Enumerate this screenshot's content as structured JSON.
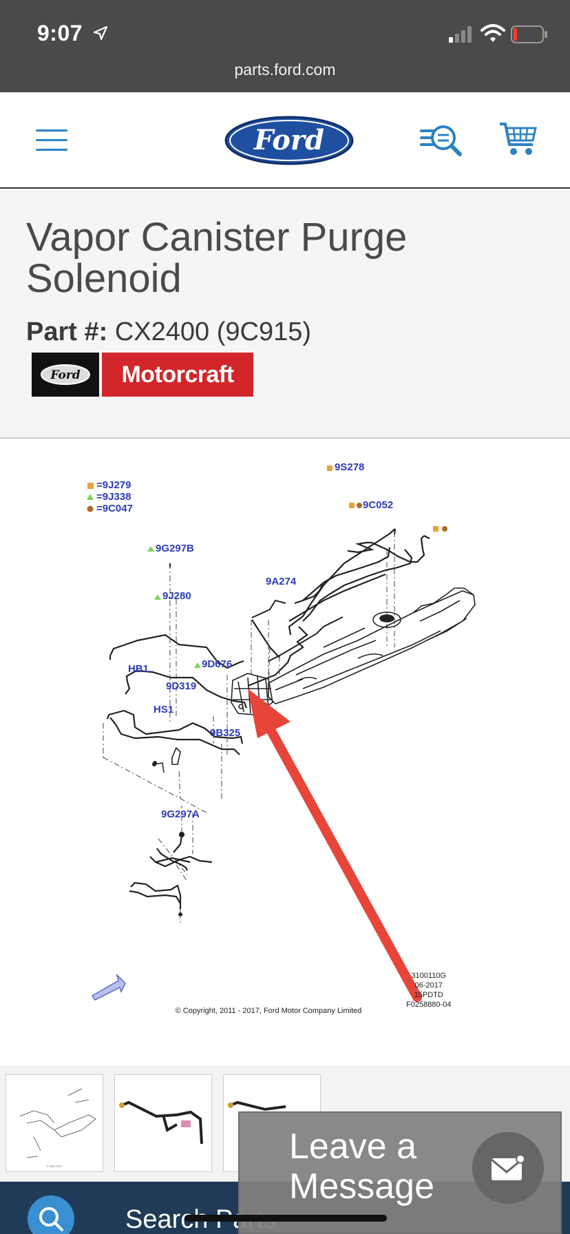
{
  "status_bar": {
    "time": "9:07"
  },
  "browser": {
    "url": "parts.ford.com"
  },
  "header": {
    "logo_text": "Ford"
  },
  "product": {
    "title": "Vapor Canister Purge Solenoid",
    "part_label": "Part #:",
    "part_number": "CX2400 (9C915)",
    "brand_primary": "Ford",
    "brand_secondary": "Motorcraft"
  },
  "diagram": {
    "legend": [
      {
        "symbol": "square",
        "color": "#e8a33a",
        "text": "=9J279"
      },
      {
        "symbol": "triangle",
        "color": "#7fd35a",
        "text": "=9J338"
      },
      {
        "symbol": "circle",
        "color": "#b06a2a",
        "text": "=9C047"
      }
    ],
    "labels": {
      "l9S278": "9S278",
      "l9C052": "9C052",
      "l9G297B": "9G297B",
      "l9A274": "9A274",
      "l9J280": "9J280",
      "lHB1": "HB1",
      "l9D676": "9D676",
      "l9D319": "9D319",
      "lHS1": "HS1",
      "l9B325": "9B325",
      "l9G297A": "9G297A"
    },
    "code_lines": [
      "3100110G",
      "06-2017",
      "15PDTD",
      "F0258880-04"
    ],
    "copyright": "© Copyright, 2011 - 2017, Ford Motor Company Limited",
    "arrow_color": "#e8453a"
  },
  "bottom_bar": {
    "search_label": "Search Parts"
  },
  "message_widget": {
    "text": "Leave a Message"
  }
}
